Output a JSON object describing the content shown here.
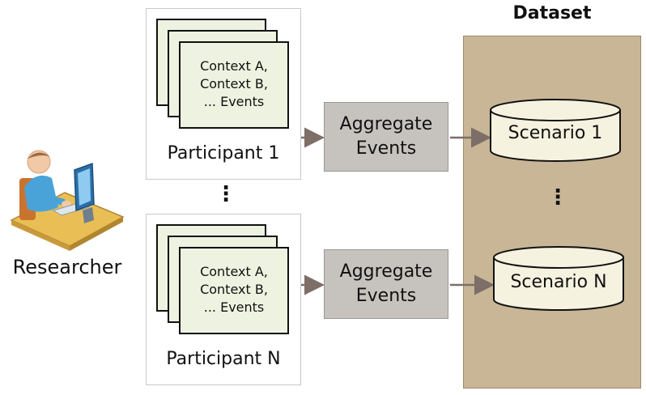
{
  "participants": [
    {
      "label": "Participant 1",
      "lines": [
        "Context A,",
        "Context B,",
        "...  Events"
      ]
    },
    {
      "label": "Participant N",
      "lines": [
        "Context A,",
        "Context B,",
        "...  Events"
      ]
    }
  ],
  "aggregate": {
    "line1": "Aggregate",
    "line2": "Events"
  },
  "dataset": {
    "title": "Dataset",
    "scenarios": [
      "Scenario 1",
      "Scenario N"
    ]
  },
  "researcher": {
    "label": "Researcher",
    "icon": "researcher-at-computer-icon"
  },
  "ellipsis": "⋮",
  "colors": {
    "card": "#eef2e0",
    "aggregate": "#c6c3be",
    "dataset": "#c8b696",
    "arrow": "#7d6e68",
    "cylinder": "#f6f2e0"
  }
}
